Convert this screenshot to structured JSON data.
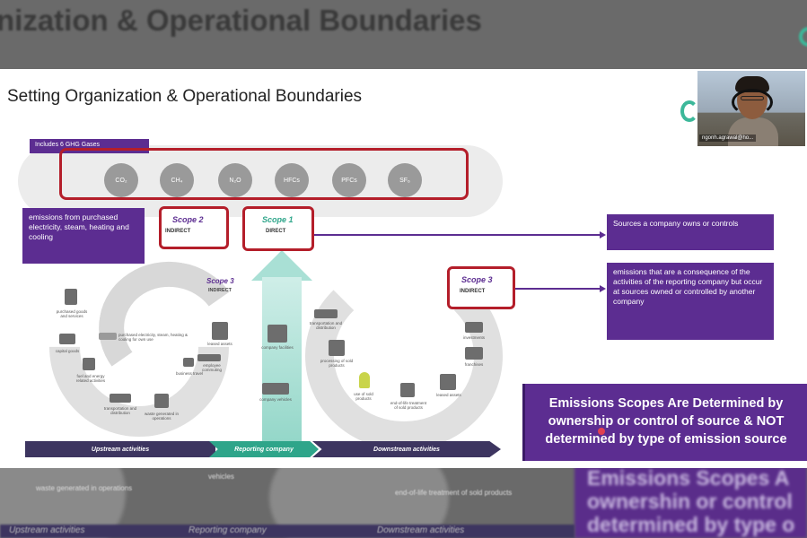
{
  "background": {
    "title": "nization & Operational Boundaries",
    "banner_lines": [
      "Emissions Scopes A",
      "ownershin or control",
      "determined by type o"
    ],
    "bottom_labels": [
      "Upstream activities",
      "Reporting company",
      "Downstream activities"
    ],
    "small_labels": [
      "waste generated in operations",
      "vehicles",
      "end-of-life treatment of sold products"
    ]
  },
  "slide": {
    "title": "Setting Organization & Operational Boundaries",
    "gases_label": "Includes 6 GHG Gases",
    "gases": [
      "CO₂",
      "CH₄",
      "N₂O",
      "HFCs",
      "PFCs",
      "SF₆"
    ],
    "scope2": {
      "title": "Scope 2",
      "sub": "INDIRECT"
    },
    "scope1": {
      "title": "Scope 1",
      "sub": "DIRECT"
    },
    "scope3_right": {
      "title": "Scope 3",
      "sub": "INDIRECT"
    },
    "scope3_left": {
      "title": "Scope 3",
      "sub": "INDIRECT"
    },
    "callout_scope2": "emissions from purchased electricity, steam, heating and cooling",
    "callout_scope1": "Sources a company owns or controls",
    "callout_scope3": "emissions that are a consequence of the activities of the reporting company but occur at sources owned or controlled by another company",
    "upstream_items": [
      "purchased goods and services",
      "capital goods",
      "fuel and energy related activities",
      "transportation and distribution",
      "waste generated in operations",
      "business travel",
      "employee commuting",
      "leased assets",
      "purchased electricity, steam, heating & cooling for own use"
    ],
    "company_items": [
      "company facilities",
      "company vehicles"
    ],
    "downstream_items": [
      "transportation and distribution",
      "processing of sold products",
      "use of sold products",
      "end-of-life treatment of sold products",
      "leased assets",
      "franchises",
      "investments"
    ],
    "activities": [
      "Upstream activities",
      "Reporting company",
      "Downstream activities"
    ],
    "banner_lines": [
      "Emissions Scopes Are Determined by",
      "ownership or control of source & NOT",
      "determined by type of emission source"
    ]
  },
  "webcam": {
    "name": "ngonh.agrawal@ho..."
  },
  "colors": {
    "purple": "#5c2d91",
    "red": "#b41e2a",
    "teal": "#2ea58a",
    "navy": "#3d3560"
  }
}
